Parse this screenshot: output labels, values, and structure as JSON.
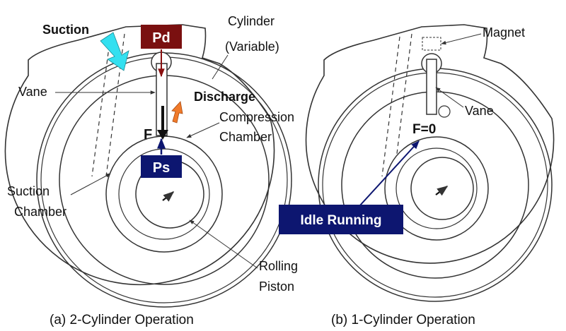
{
  "left": {
    "suction": "Suction",
    "cylinder_line1": "Cylinder",
    "cylinder_line2": "(Variable)",
    "vane": "Vane",
    "pd": "Pd",
    "discharge": "Discharge",
    "compression_line1": "Compression",
    "compression_line2": "Chamber",
    "force": "F",
    "ps": "Ps",
    "suction_chamber_line1": "Suction",
    "suction_chamber_line2": "Chamber",
    "rolling_line1": "Rolling",
    "rolling_line2": "Piston",
    "caption": "(a) 2-Cylinder Operation"
  },
  "right": {
    "magnet": "Magnet",
    "vane": "Vane",
    "force": "F=0",
    "idle": "Idle Running",
    "caption": "(b) 1-Cylinder Operation"
  },
  "colors": {
    "pd_box": "#7a1010",
    "ps_box": "#0d1670",
    "idle_box": "#0d1670",
    "suction_arrow": "#33e0f0",
    "discharge_arrow": "#f07a2a",
    "pd_arrow": "#8a1010",
    "ps_arrow": "#0d1670",
    "idle_arrow": "#0d1670"
  }
}
